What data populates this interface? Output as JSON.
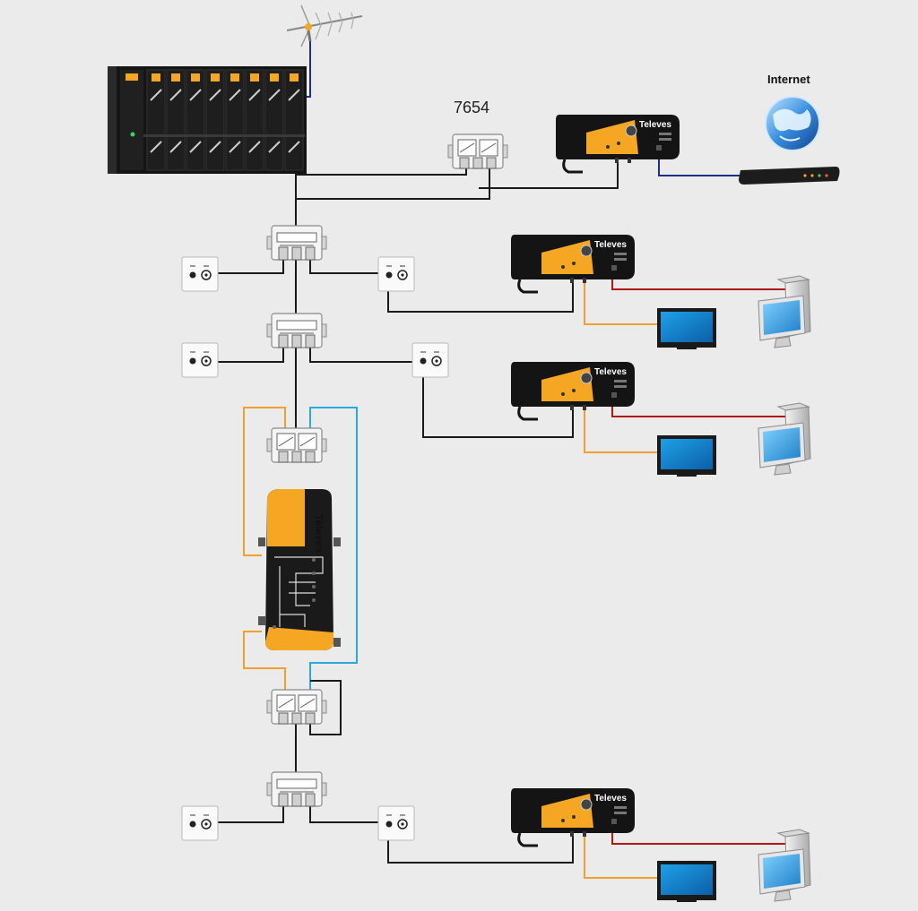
{
  "labels": {
    "splitter_model": "7654",
    "internet": "Internet",
    "brand": "Televes"
  },
  "colors": {
    "background": "#ebebeb",
    "coax_cable": "#1a1a1a",
    "tv_cable": "#f0a030",
    "sat_cable": "#2aa8e0",
    "ethernet_cable": "#b01818",
    "router_cable": "#1c2d8a",
    "accent_orange": "#f5a623"
  },
  "icons": {
    "antenna": "antenna-icon",
    "globe": "globe-icon",
    "router": "router-icon",
    "wall_outlet": "wall-outlet-icon",
    "tv": "tv-icon",
    "computer": "computer-icon",
    "headend": "headend-rack-icon",
    "modem": "coax-modem-icon",
    "amplifier": "amplifier-icon",
    "splitter": "splitter-icon",
    "diplexer": "diplexer-icon"
  }
}
